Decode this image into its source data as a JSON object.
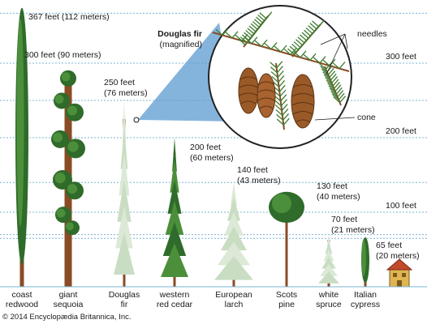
{
  "colors": {
    "guide_line": "#79b4d6",
    "foliage_dark": "#2f6b2a",
    "foliage_mid": "#4c8f3a",
    "trunk": "#8a4b25",
    "pale_tree": "#dbe9d6",
    "cone": "#9a5a28",
    "needle": "#3d7c2f",
    "zoom_wedge": "#5b9bd0"
  },
  "scale_labels": {
    "h367": "367 feet (112 meters)",
    "h300_left": "300 feet (90 meters)",
    "h300_right": "300 feet",
    "h200_right": "200 feet",
    "h100_right": "100 feet"
  },
  "inset": {
    "title": "Douglas fir",
    "subtitle": "(magnified)",
    "needles_label": "needles",
    "cone_label": "cone"
  },
  "trees": [
    {
      "id": "coast-redwood",
      "name_line1": "coast",
      "name_line2": "redwood",
      "height_feet": 367,
      "height_label": ""
    },
    {
      "id": "giant-sequoia",
      "name_line1": "giant",
      "name_line2": "sequoia",
      "height_feet": 300,
      "height_label": ""
    },
    {
      "id": "douglas-fir",
      "name_line1": "Douglas",
      "name_line2": "fir",
      "height_feet": 250,
      "height_label_1": "250 feet",
      "height_label_2": "(76 meters)"
    },
    {
      "id": "western-red-cedar",
      "name_line1": "western",
      "name_line2": "red cedar",
      "height_feet": 200,
      "height_label_1": "200 feet",
      "height_label_2": "(60 meters)"
    },
    {
      "id": "european-larch",
      "name_line1": "European",
      "name_line2": "larch",
      "height_feet": 140,
      "height_label_1": "140 feet",
      "height_label_2": "(43 meters)"
    },
    {
      "id": "scots-pine",
      "name_line1": "Scots",
      "name_line2": "pine",
      "height_feet": 130,
      "height_label_1": "130 feet",
      "height_label_2": "(40 meters)"
    },
    {
      "id": "white-spruce",
      "name_line1": "white",
      "name_line2": "spruce",
      "height_feet": 70,
      "height_label_1": "70 feet",
      "height_label_2": "(21 meters)"
    },
    {
      "id": "italian-cypress",
      "name_line1": "Italian",
      "name_line2": "cypress",
      "height_feet": 65,
      "height_label_1": "65 feet",
      "height_label_2": "(20 meters)"
    }
  ],
  "credit": "© 2014 Encyclopædia Britannica, Inc."
}
